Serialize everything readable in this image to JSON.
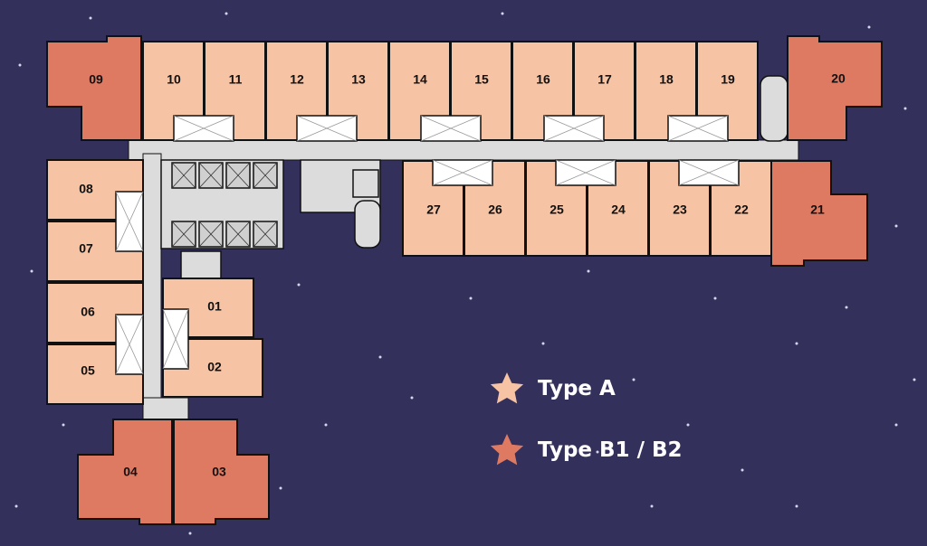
{
  "colors": {
    "background": "#33305c",
    "type_a": "#f6c3a4",
    "type_b": "#de7a62",
    "corridor": "#dcdcdc",
    "outline": "#111111"
  },
  "units": [
    {
      "id": "01",
      "type": "A"
    },
    {
      "id": "02",
      "type": "A"
    },
    {
      "id": "03",
      "type": "B"
    },
    {
      "id": "04",
      "type": "B"
    },
    {
      "id": "05",
      "type": "A"
    },
    {
      "id": "06",
      "type": "A"
    },
    {
      "id": "07",
      "type": "A"
    },
    {
      "id": "08",
      "type": "A"
    },
    {
      "id": "09",
      "type": "B"
    },
    {
      "id": "10",
      "type": "A"
    },
    {
      "id": "11",
      "type": "A"
    },
    {
      "id": "12",
      "type": "A"
    },
    {
      "id": "13",
      "type": "A"
    },
    {
      "id": "14",
      "type": "A"
    },
    {
      "id": "15",
      "type": "A"
    },
    {
      "id": "16",
      "type": "A"
    },
    {
      "id": "17",
      "type": "A"
    },
    {
      "id": "18",
      "type": "A"
    },
    {
      "id": "19",
      "type": "A"
    },
    {
      "id": "20",
      "type": "B"
    },
    {
      "id": "21",
      "type": "B"
    },
    {
      "id": "22",
      "type": "A"
    },
    {
      "id": "23",
      "type": "A"
    },
    {
      "id": "24",
      "type": "A"
    },
    {
      "id": "25",
      "type": "A"
    },
    {
      "id": "26",
      "type": "A"
    },
    {
      "id": "27",
      "type": "A"
    }
  ],
  "legend": [
    {
      "label": "Type A",
      "type": "A"
    },
    {
      "label": "Type B1 / B2",
      "type": "B"
    }
  ]
}
